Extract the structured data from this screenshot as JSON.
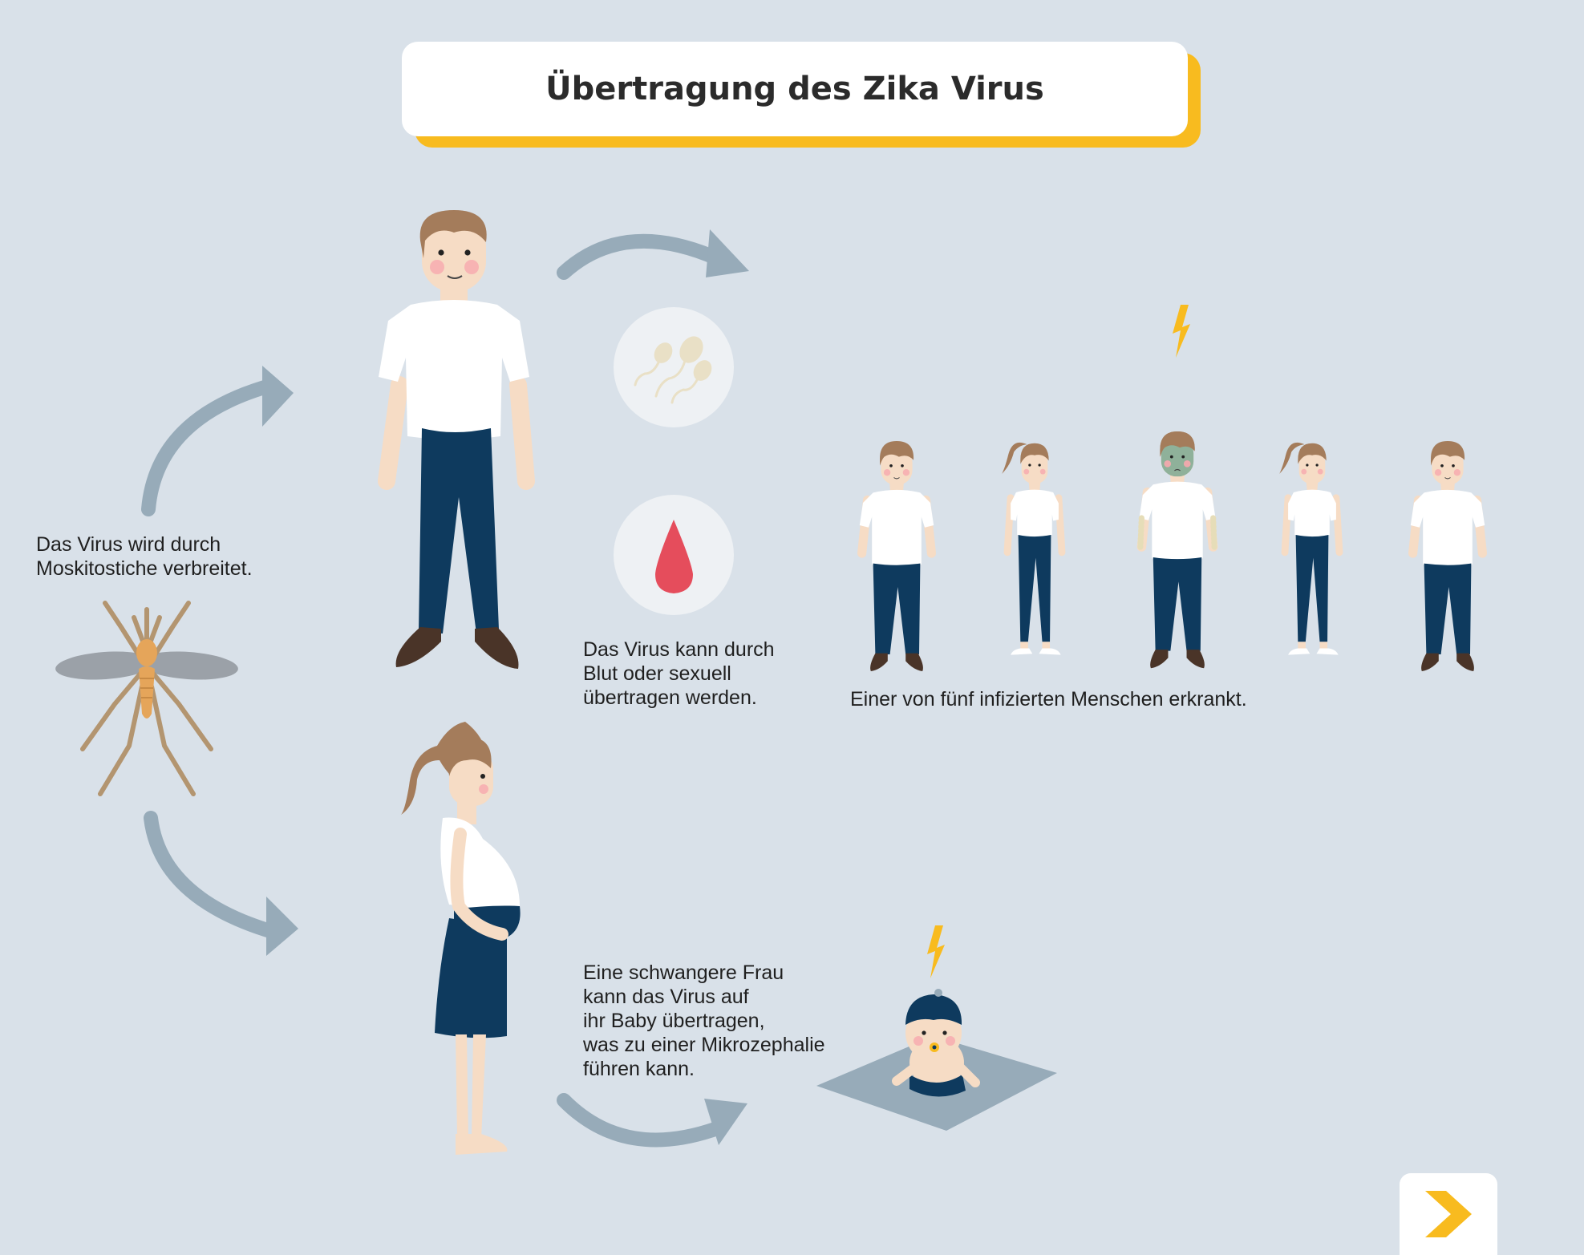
{
  "title": "Übertragung des Zika Virus",
  "captions": {
    "mosquito": "Das Virus wird durch\nMoskitostiche verbreitet.",
    "blood_sexual": "Das Virus kann durch\nBlut oder sexuell\nübertragen werden.",
    "one_in_five": "Einer von fünf infizierten Menschen erkrankt.",
    "pregnancy": "Eine schwangere Frau\nkann das Virus auf\nihr Baby übertragen,\nwas zu einer Mikrozephalie\nführen kann."
  },
  "colors": {
    "background": "#d9e1e9",
    "accent": "#f8bb1f",
    "arrow": "#97abb9",
    "pants": "#0e3a5e",
    "hair": "#a47c5b",
    "skin": "#f6dcc5",
    "blood": "#e54d5c"
  },
  "icons": [
    "mosquito-icon",
    "sperm-icon",
    "blood-drop-icon",
    "lightning-icon",
    "chevron-right-icon"
  ],
  "next_button": {
    "icon": "chevron-right-icon"
  }
}
